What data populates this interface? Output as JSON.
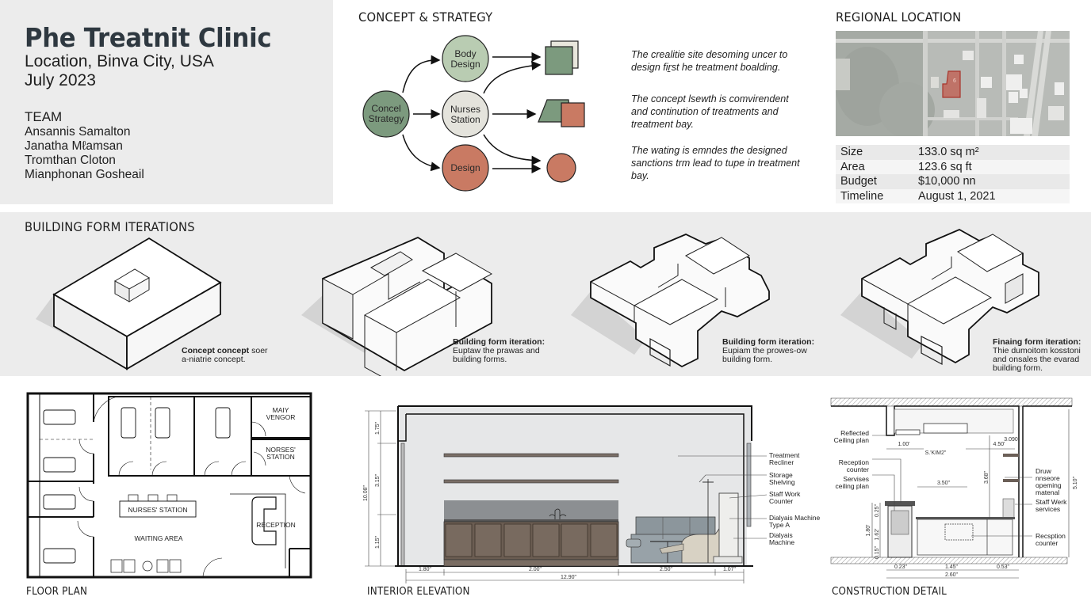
{
  "project": {
    "title": "Phe Treatnit Clinic",
    "location": "Location, Binva City, USA",
    "date": "July 2023",
    "team_heading": "TEAM",
    "team": [
      "Ansannis Samalton",
      "Janatha Mℓamsan",
      "Tromthan Cloton",
      "Mianphonan Gosheail"
    ]
  },
  "concept": {
    "heading": "CONCEPT & STRATEGY",
    "nodes": {
      "root": [
        "Concel",
        "Strategy"
      ],
      "body": [
        "Body",
        "Design"
      ],
      "nurses": [
        "Nurses",
        "Station"
      ],
      "design": [
        "Design"
      ]
    },
    "colors": {
      "green_dark": "#7c9a7e",
      "green_light": "#b9ccb2",
      "neutral": "#e4e3dc",
      "terracotta": "#c97a63"
    },
    "notes": [
      "The crealitie site desoming uncer to design fiṟst he treatment boalding.",
      "The concept lsewth is comvirendent and continution of treatments and treatment bay.",
      "The wating is emndes the designed sanctions trm lead to tupe in treatment bay."
    ]
  },
  "regional": {
    "heading": "REGIONAL LOCATION",
    "site_marker": "6",
    "site_color": "#c0665a",
    "table": [
      {
        "key": "Size",
        "value": "133.0 sq m²"
      },
      {
        "key": "Area",
        "value": "123.6 sq ft"
      },
      {
        "key": "Budget",
        "value": "$10,000 nn"
      },
      {
        "key": "Timeline",
        "value": "August 1, 2021"
      }
    ]
  },
  "iterations": {
    "heading": "BUILDING FORM ITERATIONS",
    "items": [
      {
        "title": "Concept concept",
        "line1": " soer",
        "line2": "a-niatrie concept.",
        "line3": ""
      },
      {
        "title": "Building form iteration:",
        "line1": "Euptaw the prawas and",
        "line2": "building forms.",
        "line3": ""
      },
      {
        "title": "Building form iteration:",
        "line1": "Eupiam the prowes-ow",
        "line2": "building form.",
        "line3": ""
      },
      {
        "title": "Finaing form iteration:",
        "line1": "Thie dumoitom kosstoni",
        "line2": "and onsales the evarad",
        "line3": "building form."
      }
    ]
  },
  "floor_plan": {
    "heading": "FLOOR PLAN",
    "rooms": {
      "vendor": [
        "MAIY",
        "VENGOR"
      ],
      "nurses_room": [
        "NORSES'",
        "STATION"
      ],
      "nurses_desk": "NURSES' STATION",
      "waiting": "WAITING AREA",
      "reception": "RECEPTION"
    }
  },
  "elevation": {
    "heading": "INTERIOR ELEVATION",
    "dims_vertical": [
      "10.08\"",
      "1.75\"",
      "3.15\"",
      "1.15\""
    ],
    "dims_horizontal": [
      "1.80\"",
      "2.00\"",
      "2.50\"",
      "1.07\"",
      "12.90\""
    ],
    "callouts": [
      [
        "Treatment",
        "Recliner"
      ],
      [
        "Storage",
        "Shelving"
      ],
      [
        "Staff Work",
        "Counter"
      ],
      [
        "Dialyais Machine",
        "Type A"
      ],
      [
        "Dialyais",
        "Machine"
      ]
    ]
  },
  "construction": {
    "heading": "CONSTRUCTION DETAIL",
    "callouts_left": [
      [
        "Reflected",
        "Ceiling plan"
      ],
      [
        "Reception",
        "counter"
      ],
      [
        "Servises",
        "ceiling plan"
      ]
    ],
    "callouts_right": [
      [
        "Druw",
        "nnseore",
        "opeming",
        "matenal"
      ],
      [
        "Staff Werk",
        "services"
      ],
      [
        "Recsption",
        "counter"
      ]
    ],
    "dims": [
      "1.00'",
      "4.50'",
      "S.'KIM2\"",
      "3.090",
      "3.50\"",
      "3.68\"",
      "5.10\"",
      "1.80'",
      "0.25\"",
      "1.62'",
      "0.15\"",
      "0.23\"",
      "1.45\"",
      "0.53\"",
      "2.60\""
    ]
  }
}
